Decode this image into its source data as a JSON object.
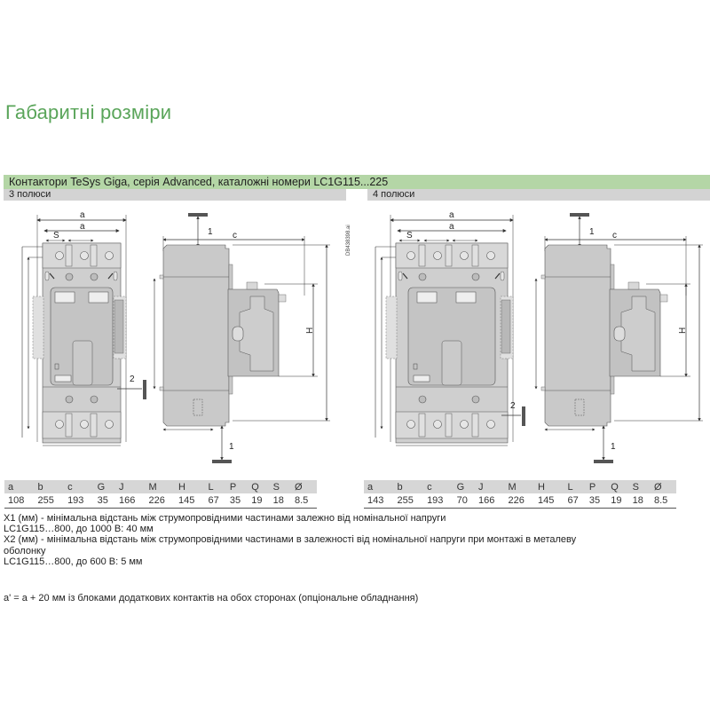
{
  "page": {
    "title": "Габаритні розміри"
  },
  "section": {
    "header": "Контактори TeSys Giga, серія Advanced, каталожні номери LC1G115...225",
    "drawing_id": "DB438398.ai",
    "colors": {
      "title_green": "#5aa55a",
      "header_bar": "#b4d6a6",
      "sub_bar": "#d3d3d3",
      "device_gray": "#c9c9c9"
    }
  },
  "left_panel": {
    "label": "3 полюси",
    "front_view_labels": {
      "a_outer": "a",
      "a_inner": "a",
      "s": "S"
    },
    "side_view_labels": {
      "clearance_top": "1",
      "c": "c",
      "h": "H",
      "clearance_side": "2",
      "clearance_bottom": "1"
    },
    "table": {
      "headers": [
        "a",
        "b",
        "c",
        "G",
        "J",
        "M",
        "H",
        "L",
        "P",
        "Q",
        "S",
        "Ø"
      ],
      "values": [
        "108",
        "255",
        "193",
        "35",
        "166",
        "226",
        "145",
        "67",
        "35",
        "19",
        "18",
        "8.5"
      ]
    }
  },
  "right_panel": {
    "label": "4 полюси",
    "front_view_labels": {
      "a_outer": "a",
      "a_inner": "a",
      "s": "S"
    },
    "side_view_labels": {
      "clearance_top": "1",
      "c": "c",
      "h": "H",
      "clearance_side": "2",
      "clearance_bottom": "1"
    },
    "table": {
      "headers": [
        "a",
        "b",
        "c",
        "G",
        "J",
        "M",
        "H",
        "L",
        "P",
        "Q",
        "S",
        "Ø"
      ],
      "values": [
        "143",
        "255",
        "193",
        "70",
        "166",
        "226",
        "145",
        "67",
        "35",
        "19",
        "18",
        "8.5"
      ]
    }
  },
  "notes": {
    "x1_line": "X1 (мм) - мінімальна відстань між струмопровідними частинами залежно від номінальної напруги",
    "x1_value": "LC1G115…800, до 1000 В: 40 мм",
    "x2_line": "X2 (мм) - мінімальна відстань між струмопровідними частинами в залежності від номінальної напруги при монтажі в металеву",
    "x2_line_cont": "оболонку",
    "x2_value": "LC1G115…800, до 600 В: 5 мм",
    "footnote": "a' = a + 20 мм із блоками додаткових контактів на обох сторонах (опціональне обладнання)"
  }
}
